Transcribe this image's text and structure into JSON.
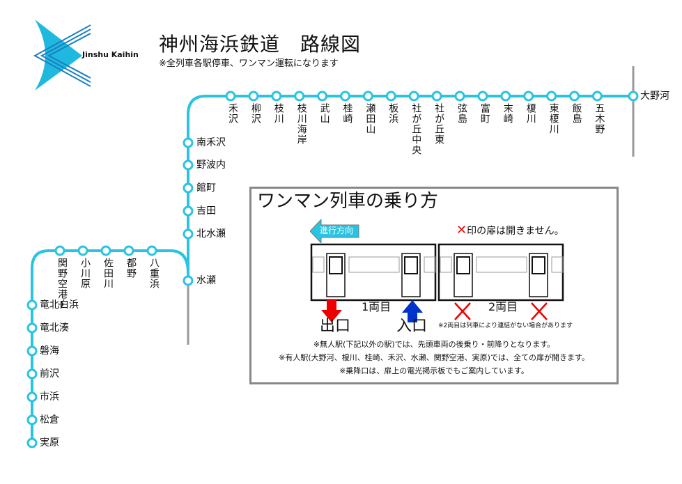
{
  "header": {
    "title": "神州海浜鉄道　路線図",
    "subtitle": "※全列車各駅停車、ワンマン運転になります",
    "logo_text": "Jinshu Kaihin"
  },
  "colors": {
    "line": "#29c4e2",
    "logo": "#1fb9e0",
    "logo_stroke": "#1a7fc0",
    "gray": "#999999"
  },
  "stations": {
    "top": [
      "禾沢",
      "柳沢",
      "枝川",
      "枝川海岸",
      "武山",
      "桂崎",
      "瀬田山",
      "板浜",
      "社が丘中央",
      "社が丘東",
      "弦島",
      "富町",
      "末崎",
      "榎川",
      "東榎川",
      "飯島",
      "五木野"
    ],
    "terminal": "大野河",
    "vertical": [
      "南禾沢",
      "野波内",
      "館町",
      "吉田",
      "北水瀬",
      "水瀬"
    ],
    "branch": [
      "関野空港✈",
      "小川原",
      "佐田川",
      "都野",
      "八重浜"
    ],
    "bottom": [
      "竜北白浜",
      "竜北湊",
      "磐海",
      "前沢",
      "市浜",
      "松倉",
      "実原"
    ]
  },
  "guide": {
    "title": "ワンマン列車の乗り方",
    "direction": "進行方向",
    "no_door_mark": "✕",
    "no_door": "印の扉は開きません。",
    "car1": "1両目",
    "car2": "2両目",
    "exit": "出口",
    "entrance": "入口",
    "car2_note": "※2両目は列車により連結がない場合があります",
    "notes": [
      "※無人駅(下記以外の駅)では、先頭車両の後乗り・前降りとなります。",
      "※有人駅(大野河、榎川、桂崎、禾沢、水瀬、関野空港、実原)では、全ての扉が開きます。",
      "※乗降口は、扉上の電光掲示板でもご案内しています。"
    ]
  }
}
